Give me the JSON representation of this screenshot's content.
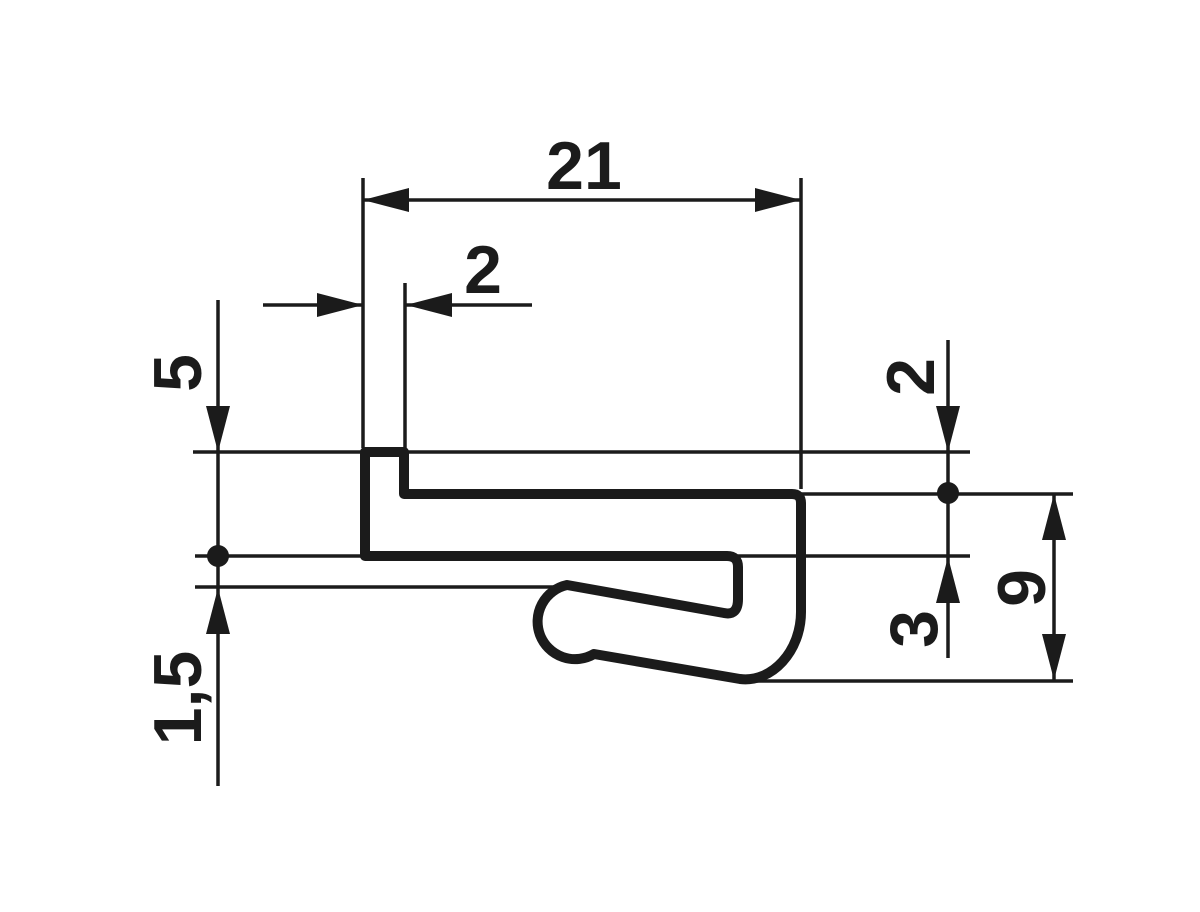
{
  "drawing": {
    "labels": {
      "total_width": "21",
      "lip_width": "2",
      "left_height": "5",
      "bottom_gap": "1,5",
      "right_lip_height": "2",
      "arm_thickness": "3",
      "hook_height": "9"
    },
    "colors": {
      "ink": "#1b1b1b",
      "background": "#ffffff"
    }
  }
}
